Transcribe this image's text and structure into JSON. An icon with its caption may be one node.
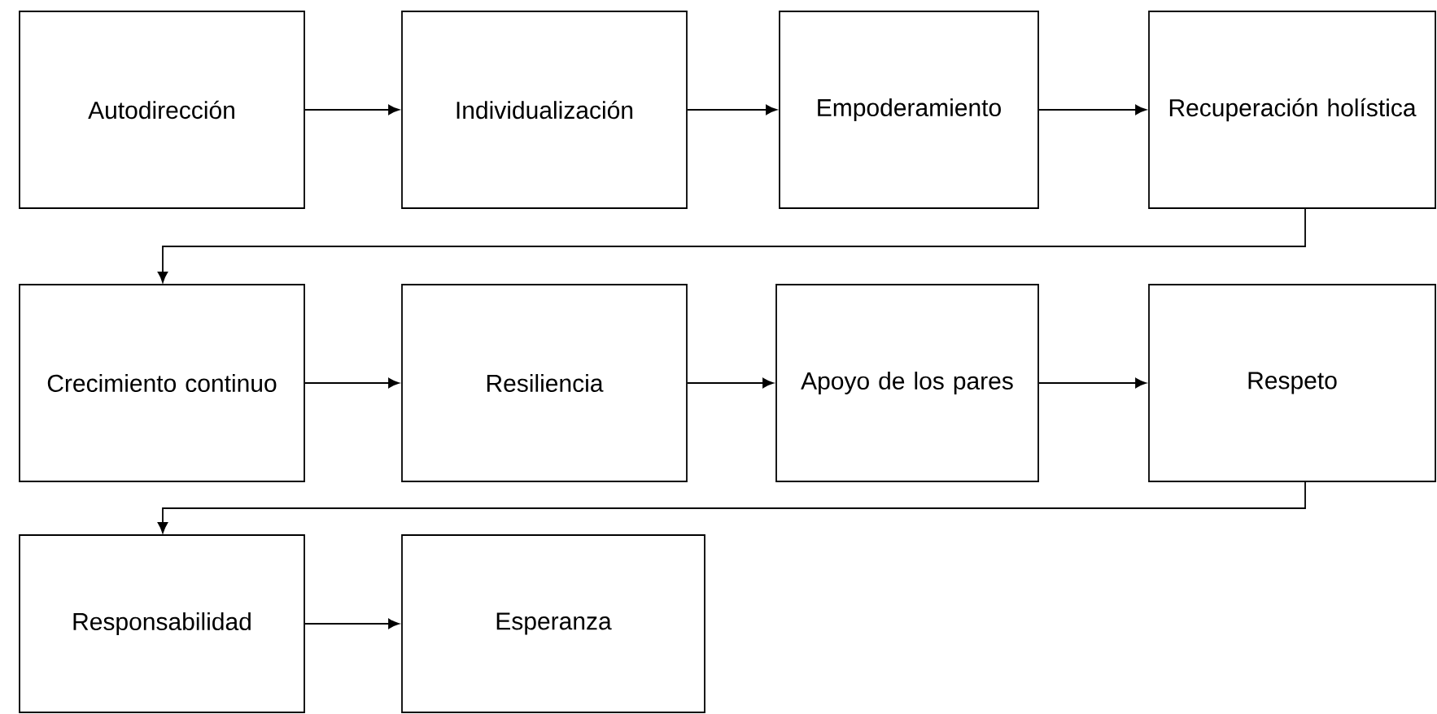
{
  "diagram": {
    "nodes": [
      {
        "text": [
          "Autodirección"
        ]
      },
      {
        "text": [
          "Individualización"
        ]
      },
      {
        "text": [
          "Empoderamiento"
        ]
      },
      {
        "text": [
          "Recuperación holística"
        ]
      },
      {
        "text": [
          "Crecimiento continuo"
        ]
      },
      {
        "text": [
          "Resiliencia"
        ]
      },
      {
        "text": [
          "Apoyo de los pares"
        ]
      },
      {
        "text": [
          "Respeto"
        ]
      },
      {
        "text": [
          "Responsabilidad"
        ]
      },
      {
        "text": [
          "Esperanza"
        ]
      }
    ],
    "edges": [
      {
        "from": 0,
        "to": 1,
        "arrow": "to"
      },
      {
        "from": 1,
        "to": 2,
        "arrow": "to"
      },
      {
        "from": 2,
        "to": 3,
        "arrow": "to"
      },
      {
        "from": 3,
        "to": 4,
        "arrow": "to"
      },
      {
        "from": 4,
        "to": 5,
        "arrow": "to"
      },
      {
        "from": 5,
        "to": 6,
        "arrow": "to"
      },
      {
        "from": 6,
        "to": 7,
        "arrow": "to"
      },
      {
        "from": 7,
        "to": 8,
        "arrow": "to"
      },
      {
        "from": 8,
        "to": 9,
        "arrow": "to"
      }
    ]
  }
}
